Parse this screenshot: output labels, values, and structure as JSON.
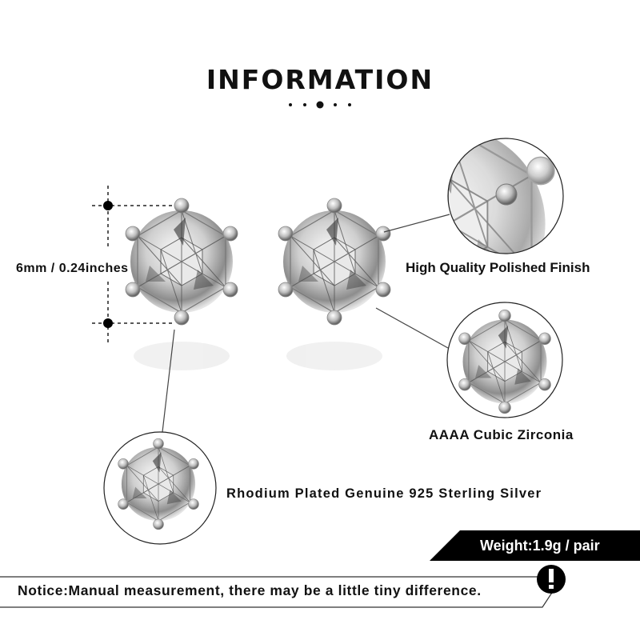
{
  "title": "INFORMATION",
  "dimension_label": "6mm / 0.24inches",
  "features": [
    {
      "label": "High Quality Polished Finish"
    },
    {
      "label": "AAAA Cubic Zirconia"
    },
    {
      "label": "Rhodium Plated Genuine 925 Sterling Silver"
    }
  ],
  "weight_label": "Weight:1.9g / pair",
  "notice": "Notice:Manual measurement, there may be a little tiny difference.",
  "notice_icon": "exclamation-icon",
  "colors": {
    "ink": "#111111",
    "banner": "#000000",
    "background": "#ffffff"
  }
}
